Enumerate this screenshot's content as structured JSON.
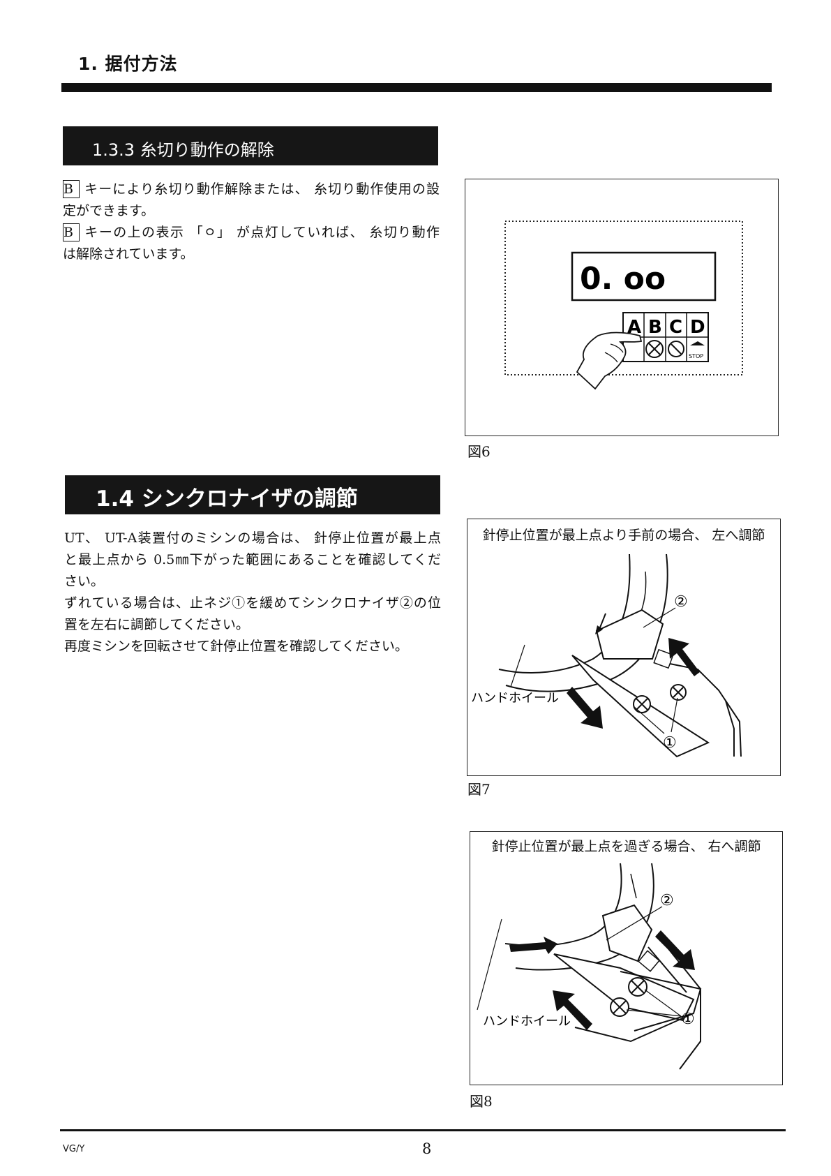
{
  "header": {
    "chapter_title": "1. 据付方法"
  },
  "section_133": {
    "title": "1.3.3 糸切り動作の解除",
    "key_label": "B",
    "line1_rest": "キーにより糸切り動作解除または、 糸切り動作使用の設",
    "line2": "定ができます。",
    "line3_rest": "キーの上の表示 「ㅇ」 が点灯していれば、 糸切り動作",
    "line4": "は解除されています。"
  },
  "figure6": {
    "caption": "図6",
    "display_text": "0. oo",
    "keys": [
      "A",
      "B",
      "C",
      "D"
    ],
    "stop_label": "STOP"
  },
  "section_14": {
    "title": "1.4 シンクロナイザの調節",
    "line1": "UT、 UT-A装置付のミシンの場合は、 針停止位置が最上点",
    "line2": "と最上点から 0.5㎜下がった範囲にあることを確認してくだ",
    "line3": "さい。",
    "line4": "ずれている場合は、止ネジ①を緩めてシンクロナイザ②の位",
    "line5": "置を左右に調節してください。",
    "line6": "再度ミシンを回転させて針停止位置を確認してください。"
  },
  "figure7": {
    "caption": "図7",
    "heading": "針停止位置が最上点より手前の場合、 左へ調節",
    "label_handwheel": "ハンドホイール",
    "label_1": "①",
    "label_2": "②"
  },
  "figure8": {
    "caption": "図8",
    "heading": "針停止位置が最上点を過ぎる場合、 右へ調節",
    "label_handwheel": "ハンドホイール",
    "label_1": "①",
    "label_2": "②"
  },
  "footer": {
    "model": "VG/Y",
    "page_number": "8"
  }
}
